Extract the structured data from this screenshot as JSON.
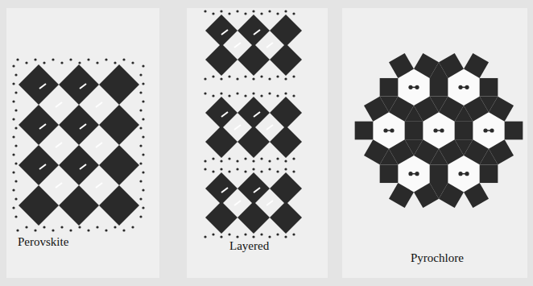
{
  "diagram": {
    "labels": [
      "Perovskite",
      "Layered",
      "Pyrochlore"
    ]
  }
}
